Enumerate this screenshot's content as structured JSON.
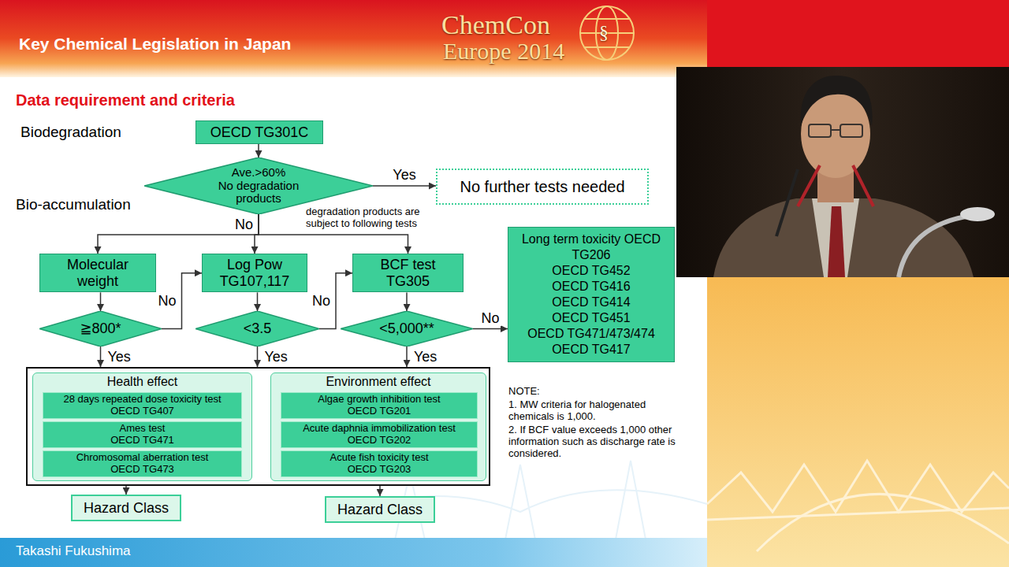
{
  "diagram": {
    "title": "Key Chemical Legislation in Japan",
    "nodes": [
      {
        "text": [
          "OECD TG301C"
        ]
      },
      {
        "text": [
          "Ave.>60%",
          "No degradation products"
        ]
      },
      {
        "text": [
          "No further tests needed"
        ]
      },
      {
        "text": [
          "Molecular weight"
        ]
      },
      {
        "text": [
          "Log Pow",
          "TG107,117"
        ]
      },
      {
        "text": [
          "BCF test",
          "TG305"
        ]
      },
      {
        "text": [
          "Long term toxicity OECD TG206",
          "OECD TG452",
          "OECD TG416",
          "OECD TG414",
          "OECD TG451",
          "OECD TG471/473/474",
          "OECD TG417"
        ]
      },
      {
        "text": [
          "≧800*"
        ]
      },
      {
        "text": [
          "<3.5"
        ]
      },
      {
        "text": [
          "<5,000**"
        ]
      },
      {
        "text": []
      },
      {
        "text": [
          "Health effect"
        ],
        "in": 10
      },
      {
        "text": [
          "28 days repeated dose toxicity test",
          "OECD TG407"
        ],
        "in": 11
      },
      {
        "text": [
          "Ames test",
          "OECD TG471"
        ],
        "in": 11
      },
      {
        "text": [
          "Chromosomal aberration test",
          "OECD TG473"
        ],
        "in": 11
      },
      {
        "text": [
          "Environment effect"
        ],
        "in": 10
      },
      {
        "text": [
          "Algae growth inhibition test",
          "OECD TG201"
        ],
        "in": 15
      },
      {
        "text": [
          "Acute daphnia immobilization test",
          "OECD TG202"
        ],
        "in": 15
      },
      {
        "text": [
          "Acute fish toxicity test",
          "OECD TG203"
        ],
        "in": 15
      },
      {
        "text": [
          "Hazard Class"
        ]
      },
      {
        "text": [
          "Hazard Class"
        ]
      }
    ],
    "edges": [
      {
        "from": 0,
        "to": 1,
        "arrow": "to"
      },
      {
        "from": 1,
        "to": 2,
        "label": "Yes",
        "arrow": "to"
      },
      {
        "from": 1,
        "to": 3,
        "arrow": "to"
      },
      {
        "from": 1,
        "to": 4,
        "label": "No",
        "arrow": "to"
      },
      {
        "from": 1,
        "to": 5,
        "arrow": "to"
      },
      {
        "from": 3,
        "to": 7,
        "arrow": "to"
      },
      {
        "from": 7,
        "to": 4,
        "label": "No",
        "arrow": "to"
      },
      {
        "from": 4,
        "to": 8,
        "arrow": "to"
      },
      {
        "from": 8,
        "to": 5,
        "label": "No",
        "arrow": "to"
      },
      {
        "from": 5,
        "to": 9,
        "arrow": "to"
      },
      {
        "from": 9,
        "to": 6,
        "label": "No",
        "arrow": "to"
      },
      {
        "from": 7,
        "to": 10,
        "label": "Yes",
        "arrow": "to"
      },
      {
        "from": 8,
        "to": 10,
        "label": "Yes",
        "arrow": "to"
      },
      {
        "from": 9,
        "to": 10,
        "label": "Yes",
        "arrow": "to"
      },
      {
        "from": 11,
        "to": 19,
        "arrow": "to"
      },
      {
        "from": 15,
        "to": 20,
        "arrow": "to"
      }
    ],
    "labels": [
      "Data requirement and criteria",
      "Biodegradation",
      "Bio-accumulation",
      "degradation products are subject to following tests",
      "NOTE:",
      "1. MW criteria for halogenated chemicals is 1,000.",
      "2. If BCF value exceeds 1,000 other information such as discharge rate is considered.",
      "ChemCon",
      "Europe 2014",
      "§",
      "Takashi Fukushima"
    ]
  }
}
